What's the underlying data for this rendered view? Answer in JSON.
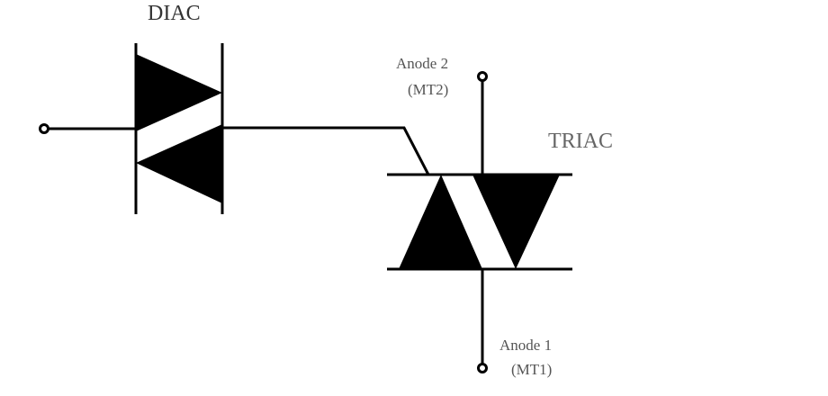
{
  "diagram": {
    "diac_label": "DIAC",
    "triac_label": "TRIAC",
    "anode2": {
      "line1": "Anode 2",
      "line2": "(MT2)"
    },
    "anode1": {
      "line1": "Anode 1",
      "line2": "(MT1)"
    }
  },
  "colors": {
    "diac_label": "#333333",
    "triac_label": "#666666",
    "anode_labels": "#555555",
    "symbols": "#000000"
  }
}
